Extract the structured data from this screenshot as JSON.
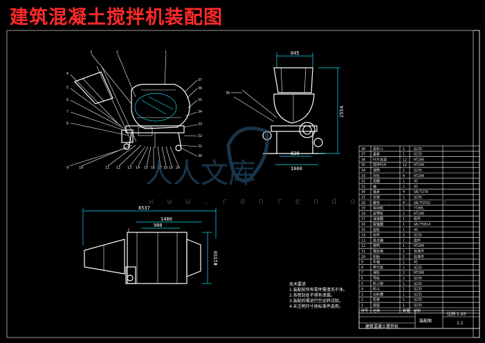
{
  "title": "建筑混凝土搅拌机装配图",
  "watermark": {
    "url": "w w w . r e n r e n d o c . c o m",
    "logo_text": "人人文库"
  },
  "dimensions": {
    "top_width": "845",
    "height": "2554",
    "wheel_track": "820",
    "base_width": "1600",
    "total_length": "8537",
    "drum_length": "1480",
    "inner_length": "900",
    "drum_dia": "Φ1550"
  },
  "balloons": {
    "top_row": [
      "3",
      "2",
      "1"
    ],
    "left_col": [
      "4",
      "5",
      "6",
      "7",
      "8"
    ],
    "right_col": [
      "37",
      "36",
      "35",
      "34",
      "33",
      "32",
      "31",
      "30"
    ],
    "bottom_row": [
      "9",
      "10",
      "11",
      "12",
      "13",
      "14",
      "15",
      "16",
      "17",
      "18",
      "19",
      "20"
    ],
    "side_view": "38"
  },
  "notes": {
    "heading": "技术要求",
    "lines": [
      "1.装配前所有零件需清洗干净。",
      "2.各密封处不得有渗漏。",
      "3.装配后需进行空运转试验。",
      "4.未注明尺寸按标准件选用。"
    ]
  },
  "bom": {
    "rows": [
      [
        "38",
        "进料斗",
        "1",
        "Q235"
      ],
      [
        "37",
        "盖板",
        "1",
        "Q235"
      ],
      [
        "36",
        "叶片支架",
        "12",
        "HT200"
      ],
      [
        "35",
        "搅拌叶片",
        "12",
        "HT200"
      ],
      [
        "34",
        "滚筒",
        "1",
        "Q235"
      ],
      [
        "33",
        "托轮",
        "4",
        "HT200"
      ],
      [
        "32",
        "齿圈",
        "1",
        "45"
      ],
      [
        "31",
        "轴",
        "2",
        "45"
      ],
      [
        "30",
        "轴承",
        "4",
        "GB/T276"
      ],
      [
        "21",
        "支架",
        "1",
        "Q235"
      ],
      [
        "20",
        "螺栓",
        "8",
        "GB/T5782"
      ],
      [
        "19",
        "电动机",
        "1",
        "Y100L"
      ],
      [
        "18",
        "皮带轮",
        "2",
        "HT200"
      ],
      [
        "17",
        "减速器",
        "1",
        "组件"
      ],
      [
        "16",
        "联轴器",
        "1",
        "GB/T5014"
      ],
      [
        "15",
        "齿轮",
        "1",
        "45"
      ],
      [
        "14",
        "拉杆",
        "2",
        "Q235"
      ],
      [
        "13",
        "离合器",
        "1",
        "组件"
      ],
      [
        "12",
        "卷筒",
        "1",
        "HT200"
      ],
      [
        "11",
        "钢丝绳",
        "1",
        "标准件"
      ],
      [
        "10",
        "轮胎",
        "2",
        "标准件"
      ],
      [
        "9",
        "车轴",
        "1",
        "45"
      ],
      [
        "8",
        "牵引架",
        "1",
        "Q235"
      ],
      [
        "7",
        "滑轮",
        "2",
        "HT200"
      ],
      [
        "6",
        "导轨",
        "2",
        "Q235"
      ],
      [
        "5",
        "料斗架",
        "1",
        "Q235"
      ],
      [
        "4",
        "料斗",
        "1",
        "Q235"
      ],
      [
        "3",
        "出料槽",
        "1",
        "Q235"
      ],
      [
        "2",
        "机架",
        "1",
        "Q235"
      ],
      [
        "1",
        "底座",
        "1",
        "Q235"
      ]
    ],
    "header": [
      "序号",
      "名称",
      "数量",
      "材料"
    ],
    "title_block": {
      "drawing_name": "装配图",
      "scale": "比例 1:20",
      "sheet": "1:1",
      "company": "建筑混凝土搅拌机"
    }
  }
}
